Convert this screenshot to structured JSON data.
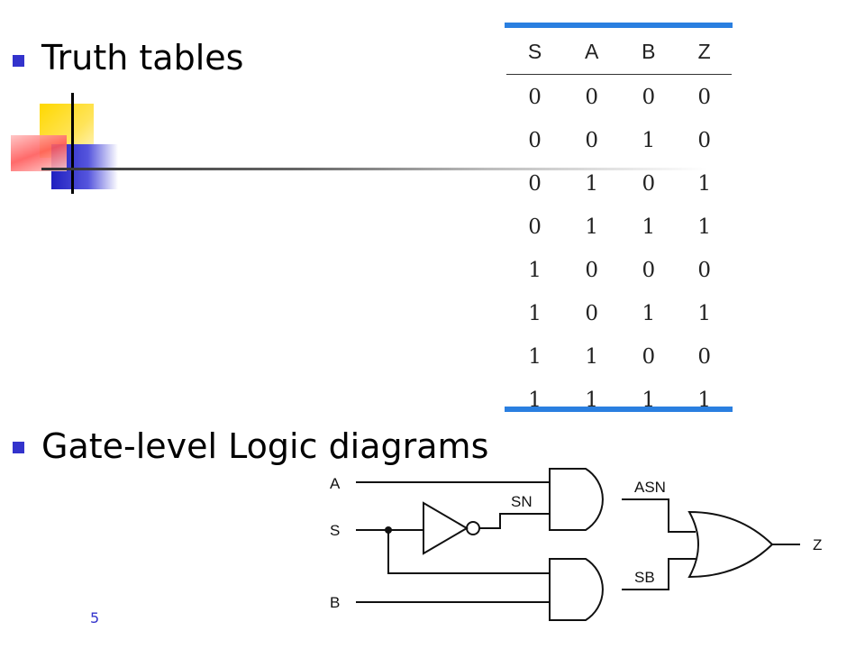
{
  "slide": {
    "bullets": [
      {
        "text": "Truth tables"
      },
      {
        "text": "Gate-level Logic diagrams"
      }
    ],
    "page_number": "5",
    "accent_color": "#3333cc",
    "table_rule_color": "#2a7fe0"
  },
  "truth_table": {
    "headers": [
      "S",
      "A",
      "B",
      "Z"
    ],
    "rows": [
      [
        "0",
        "0",
        "0",
        "0"
      ],
      [
        "0",
        "0",
        "1",
        "0"
      ],
      [
        "0",
        "1",
        "0",
        "1"
      ],
      [
        "0",
        "1",
        "1",
        "1"
      ],
      [
        "1",
        "0",
        "0",
        "0"
      ],
      [
        "1",
        "0",
        "1",
        "1"
      ],
      [
        "1",
        "1",
        "0",
        "0"
      ],
      [
        "1",
        "1",
        "1",
        "1"
      ]
    ]
  },
  "circuit": {
    "inputs": [
      "A",
      "S",
      "B"
    ],
    "signals": {
      "sn": "SN",
      "asn": "ASN",
      "sb": "SB"
    },
    "output": "Z"
  }
}
